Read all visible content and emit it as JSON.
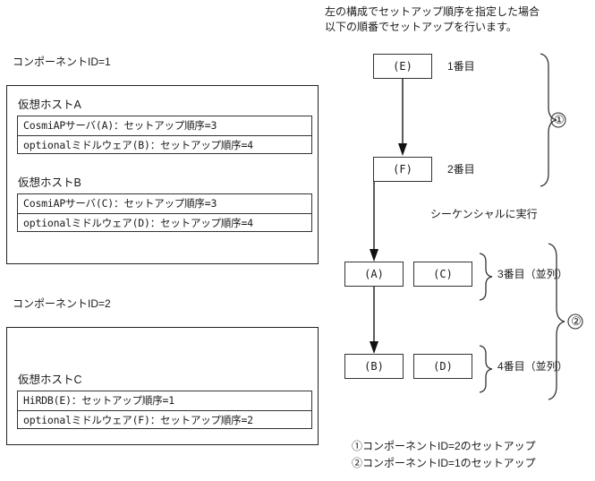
{
  "left_panel": {
    "components": [
      {
        "label": "コンポーネントID=1",
        "hosts": [
          {
            "name": "仮想ホストA",
            "rows": [
              "CosmiAPサーバ(A)：セットアップ順序=3",
              "optionalミドルウェア(B)：セットアップ順序=4"
            ]
          },
          {
            "name": "仮想ホストB",
            "rows": [
              "CosmiAPサーバ(C)：セットアップ順序=3",
              "optionalミドルウェア(D)：セットアップ順序=4"
            ]
          }
        ]
      },
      {
        "label": "コンポーネントID=2",
        "hosts": [
          {
            "name": "仮想ホストC",
            "rows": [
              "HiRDB(E)：セットアップ順序=1",
              "optionalミドルウェア(F)：セットアップ順序=2"
            ]
          }
        ]
      }
    ]
  },
  "right_panel": {
    "intro_line1": "左の構成でセットアップ順序を指定した場合",
    "intro_line2": "以下の順番でセットアップを行います。",
    "nodes": {
      "e": "(E)",
      "f": "(F)",
      "a": "(A)",
      "c": "(C)",
      "b": "(B)",
      "d": "(D)"
    },
    "order_labels": {
      "first": "1番目",
      "second": "2番目",
      "third": "3番目（並列）",
      "fourth": "4番目（並列）"
    },
    "sequential_label": "シーケンシャルに実行",
    "group_marks": {
      "one": "①",
      "two": "②"
    },
    "legend": [
      "①コンポーネントID=2のセットアップ",
      "②コンポーネントID=1のセットアップ"
    ]
  },
  "colors": {
    "stroke": "#333333",
    "text": "#1a1a1a",
    "background": "#ffffff"
  }
}
